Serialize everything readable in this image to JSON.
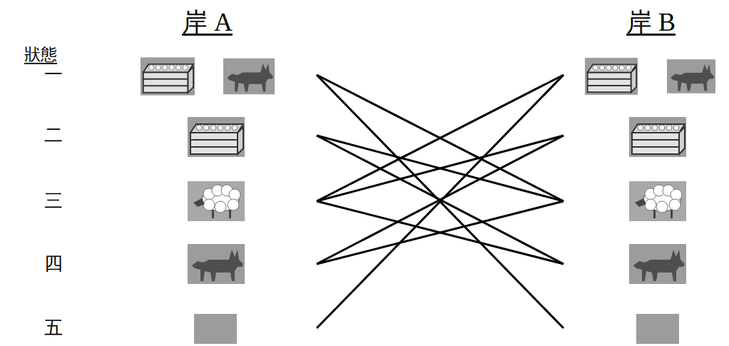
{
  "diagram": {
    "nodes": [
      {
        "text": [
          "一"
        ]
      },
      {
        "text": [
          "二"
        ]
      },
      {
        "text": [
          "三"
        ]
      },
      {
        "text": [
          "四"
        ]
      },
      {
        "text": [
          "五"
        ]
      },
      {
        "text": []
      },
      {
        "text": []
      },
      {
        "text": []
      },
      {
        "text": []
      },
      {
        "text": []
      }
    ],
    "edges": [
      {
        "from": 0,
        "to": 7,
        "arrow": "none"
      },
      {
        "from": 0,
        "to": 9,
        "arrow": "none"
      },
      {
        "from": 1,
        "to": 7,
        "arrow": "none"
      },
      {
        "from": 1,
        "to": 8,
        "arrow": "none"
      },
      {
        "from": 2,
        "to": 5,
        "arrow": "none"
      },
      {
        "from": 2,
        "to": 6,
        "arrow": "none"
      },
      {
        "from": 2,
        "to": 8,
        "arrow": "none"
      },
      {
        "from": 3,
        "to": 6,
        "arrow": "none"
      },
      {
        "from": 3,
        "to": 7,
        "arrow": "none"
      },
      {
        "from": 4,
        "to": 5,
        "arrow": "none"
      }
    ],
    "labels": [
      "狀態",
      "岸 A",
      "岸 B"
    ]
  }
}
